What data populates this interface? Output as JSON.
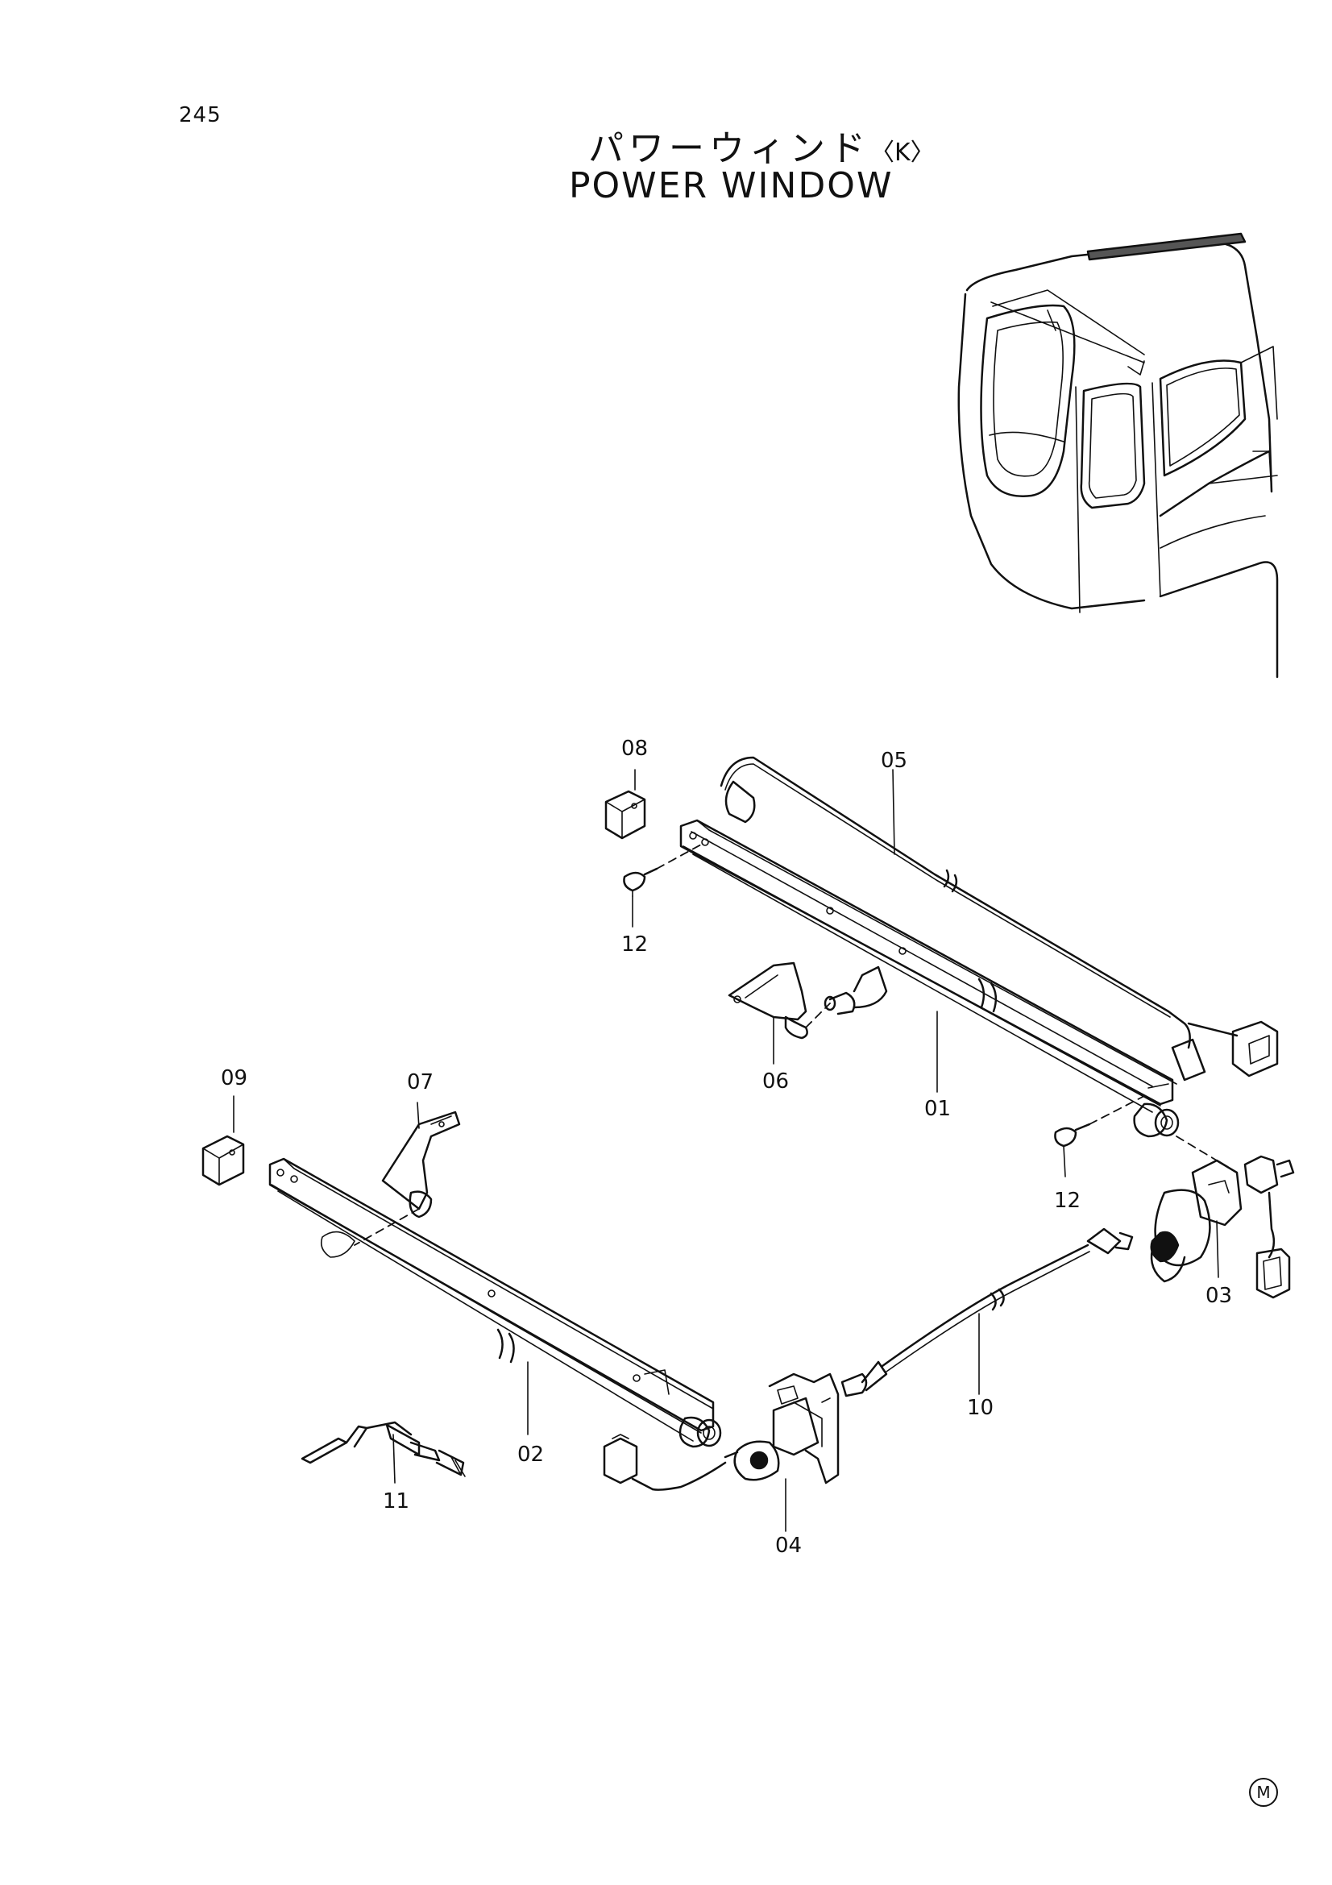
{
  "header": {
    "page_number": "245",
    "title_jp": "パワーウィンド",
    "title_jp_mark": "〈K〉",
    "title_en": "POWER WINDOW"
  },
  "callouts": {
    "p01": "01",
    "p02": "02",
    "p03": "03",
    "p04": "04",
    "p05": "05",
    "p06": "06",
    "p07": "07",
    "p08": "08",
    "p09": "09",
    "p10": "10",
    "p11": "11",
    "p12_upper": "12",
    "p12_lower": "12"
  },
  "footer": {
    "mark": "M"
  }
}
